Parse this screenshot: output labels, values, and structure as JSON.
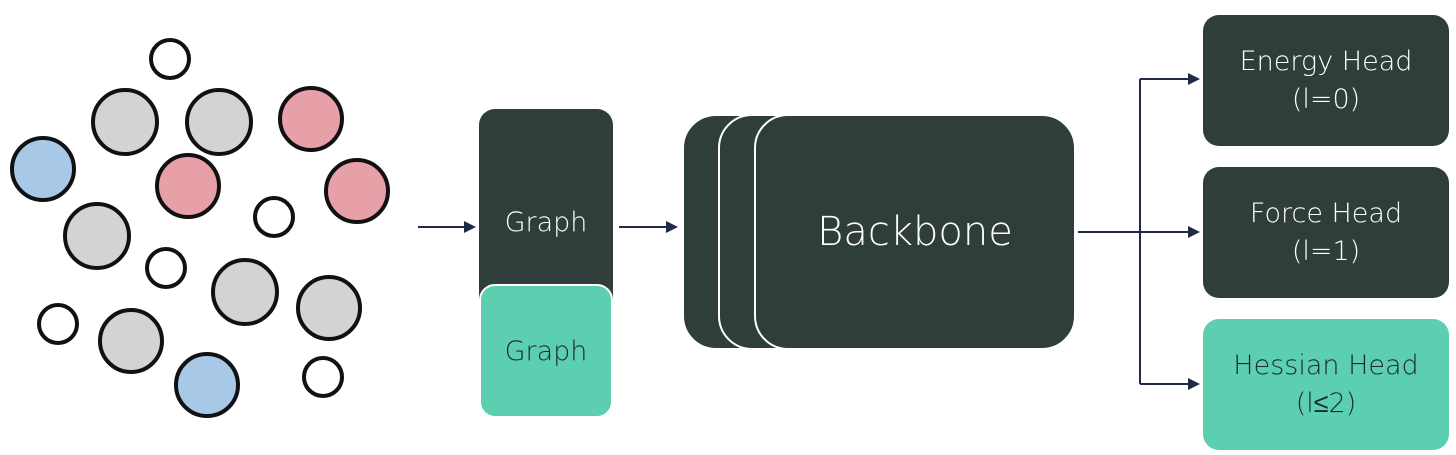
{
  "graph": {
    "top_label": "Graph",
    "bottom_label": "Graph"
  },
  "backbone": {
    "label": "Backbone"
  },
  "heads": [
    {
      "name": "Energy Head",
      "order": "(l=0)"
    },
    {
      "name": "Force Head",
      "order": "(l=1)"
    },
    {
      "name": "Hessian Head",
      "order": "(l≤2)"
    }
  ],
  "colors": {
    "dark_box": "#2f3e3a",
    "teal_box": "#5ccfb1",
    "arrow": "#1f2a44",
    "atom_gray": "#d3d3d3",
    "atom_pink": "#e8a0a8",
    "atom_blue": "#a8c8e8",
    "atom_white": "#ffffff"
  },
  "atoms": [
    {
      "kind": "white"
    },
    {
      "kind": "gray"
    },
    {
      "kind": "gray"
    },
    {
      "kind": "pink"
    },
    {
      "kind": "blue"
    },
    {
      "kind": "pink"
    },
    {
      "kind": "pink"
    },
    {
      "kind": "gray"
    },
    {
      "kind": "white"
    },
    {
      "kind": "white"
    },
    {
      "kind": "gray"
    },
    {
      "kind": "gray"
    },
    {
      "kind": "white"
    },
    {
      "kind": "gray"
    },
    {
      "kind": "blue"
    },
    {
      "kind": "white"
    }
  ]
}
